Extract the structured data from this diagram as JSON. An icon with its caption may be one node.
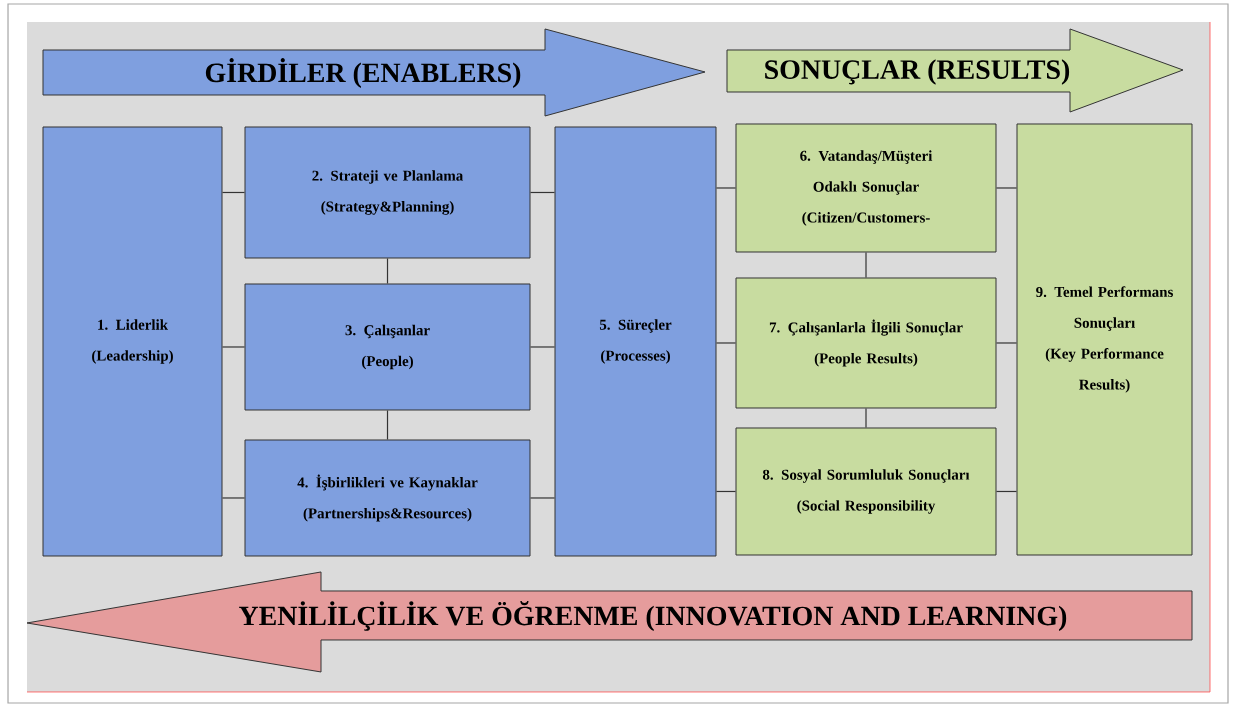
{
  "diagram": {
    "nodes": [
      {
        "text": [
          "GİRDİLER (ENABLERS)"
        ]
      },
      {
        "text": [
          "SONUÇLAR (RESULTS)"
        ]
      },
      {
        "text": [
          "1. Liderlik",
          "(Leadership)"
        ]
      },
      {
        "text": [
          "2. Strateji ve Planlama",
          "(Strategy&Planning)"
        ]
      },
      {
        "text": [
          "3. Çalışanlar",
          "(People)"
        ]
      },
      {
        "text": [
          "4. İşbirlikleri ve Kaynaklar",
          "(Partnerships&Resources)"
        ]
      },
      {
        "text": [
          "5. Süreçler",
          "(Processes)"
        ]
      },
      {
        "text": [
          "6. Vatandaş/Müşteri Odaklı Sonuçlar",
          "(Citizen/Customers-"
        ]
      },
      {
        "text": [
          "7. Çalışanlarla İlgili Sonuçlar",
          "(People Results)"
        ]
      },
      {
        "text": [
          "8. Sosyal Sorumluluk Sonuçları",
          "(Social Responsibility"
        ]
      },
      {
        "text": [
          "9. Temel Performans Sonuçları",
          "(Key Performance Results)"
        ]
      },
      {
        "text": [
          "YENİLİLÇİLİK VE ÖĞRENME (INNOVATION AND LEARNING)"
        ]
      }
    ],
    "edges": [
      {
        "from": 2,
        "to": 3,
        "arrow": "none"
      },
      {
        "from": 2,
        "to": 4,
        "arrow": "none"
      },
      {
        "from": 2,
        "to": 5,
        "arrow": "none"
      },
      {
        "from": 3,
        "to": 4,
        "arrow": "none"
      },
      {
        "from": 4,
        "to": 5,
        "arrow": "none"
      },
      {
        "from": 3,
        "to": 6,
        "arrow": "none"
      },
      {
        "from": 4,
        "to": 6,
        "arrow": "none"
      },
      {
        "from": 5,
        "to": 6,
        "arrow": "none"
      },
      {
        "from": 6,
        "to": 7,
        "arrow": "none"
      },
      {
        "from": 6,
        "to": 8,
        "arrow": "none"
      },
      {
        "from": 6,
        "to": 9,
        "arrow": "none"
      },
      {
        "from": 7,
        "to": 8,
        "arrow": "none"
      },
      {
        "from": 8,
        "to": 9,
        "arrow": "none"
      },
      {
        "from": 7,
        "to": 10,
        "arrow": "none"
      },
      {
        "from": 8,
        "to": 10,
        "arrow": "none"
      },
      {
        "from": 9,
        "to": 10,
        "arrow": "none"
      }
    ]
  }
}
